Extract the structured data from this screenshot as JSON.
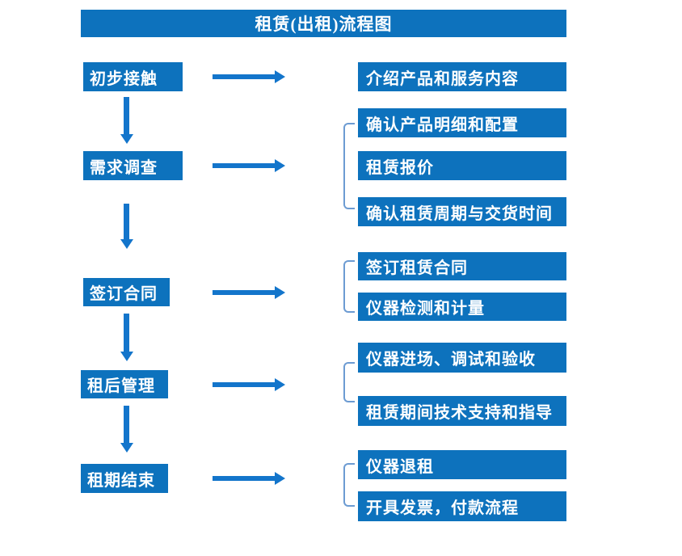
{
  "title": "租赁(出租)流程图",
  "colors": {
    "box_blue": "#0d72bd",
    "arrow_blue": "#1375cb",
    "bracket_blue": "#6c9bd2",
    "text_white": "#ffffff",
    "background": "#ffffff"
  },
  "flow": {
    "steps": [
      {
        "label": "初步接触",
        "outputs": [
          "介绍产品和服务内容"
        ]
      },
      {
        "label": "需求调查",
        "outputs": [
          "确认产品明细和配置",
          "租赁报价",
          "确认租赁周期与交货时间"
        ]
      },
      {
        "label": "签订合同",
        "outputs": [
          "签订租赁合同",
          "仪器检测和计量"
        ]
      },
      {
        "label": "租后管理",
        "outputs": [
          "仪器进场、调试和验收",
          "租赁期间技术支持和指导"
        ]
      },
      {
        "label": "租期结束",
        "outputs": [
          "仪器退租",
          "开具发票，付款流程"
        ]
      }
    ]
  }
}
